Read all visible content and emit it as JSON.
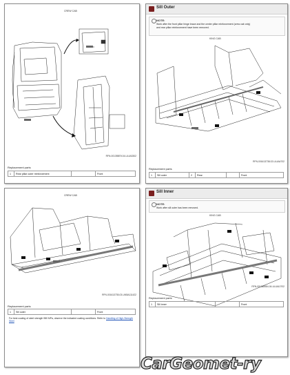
{
  "pages": [
    {
      "header": "",
      "caption": "CREW CAB",
      "figure_code": "RFN-001355E9-04-UL4A3302",
      "replacement_label": "Replacement parts",
      "rows": [
        {
          "num": "1",
          "part": "Rear pillar outer reinforcement",
          "chk": "",
          "loc": "Front"
        }
      ]
    },
    {
      "header": "Sill Outer",
      "header_right": "",
      "note_label": "NOTE:",
      "note_text": [
        "Work after the front pillar hinge brace and the center pillar reinforcement (crew cab only)",
        "and rear pillar reinforcement have been removed."
      ],
      "caption": "KING CAB",
      "figure_code": "RFN-001613738-02-UL4A4702",
      "replacement_label": "Replacement parts",
      "rows": [
        {
          "num": "1",
          "part": "Sill outer",
          "chk": "",
          "loc": "Front"
        },
        {
          "num": "2",
          "part": "",
          "chk": "",
          "loc": "Rear"
        }
      ]
    },
    {
      "header": "",
      "caption": "CREW CAB",
      "figure_code": "RFN-001613735-03-UM3A111422",
      "replacement_label": "Replacement parts",
      "rows": [
        {
          "num": "1",
          "part": "Sill outer",
          "chk": "",
          "loc": "Front"
        }
      ],
      "foot_note": "For best coating of steel strength 980 MPa, observe the indicated coating conditions. Refer to",
      "foot_link": "Handling of High-Strength Steel"
    },
    {
      "header": "Sill Inner",
      "header_right": "",
      "note_label": "NOTE:",
      "note_text": [
        "Work after sill outer has been removed."
      ],
      "caption": "KING CAB",
      "figure_code": "RFN-001368584-04-UL4A10702",
      "replacement_label": "Replacement parts",
      "rows": [
        {
          "num": "1",
          "part": "Sill inner",
          "chk": "",
          "loc": "Front"
        }
      ]
    }
  ],
  "logo_text": "CarGeomet-ry",
  "colors": {
    "logo": "#d9d9d9",
    "logo_outline": "#1a1a1a",
    "header_icon": "#7a1f1f"
  }
}
